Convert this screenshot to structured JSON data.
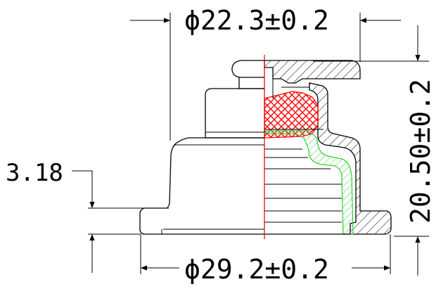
{
  "dimensions": {
    "top_diameter": "ϕ22.3±0.2",
    "bottom_diameter": "ϕ29.2±0.2",
    "height": "20.50±0.2",
    "step_height": "3.18"
  },
  "colors": {
    "outline": "#000000",
    "centerline": "#e00000",
    "hatch_black": "#000000",
    "hatch_red": "#ff0000",
    "hatch_green": "#33cc33"
  }
}
